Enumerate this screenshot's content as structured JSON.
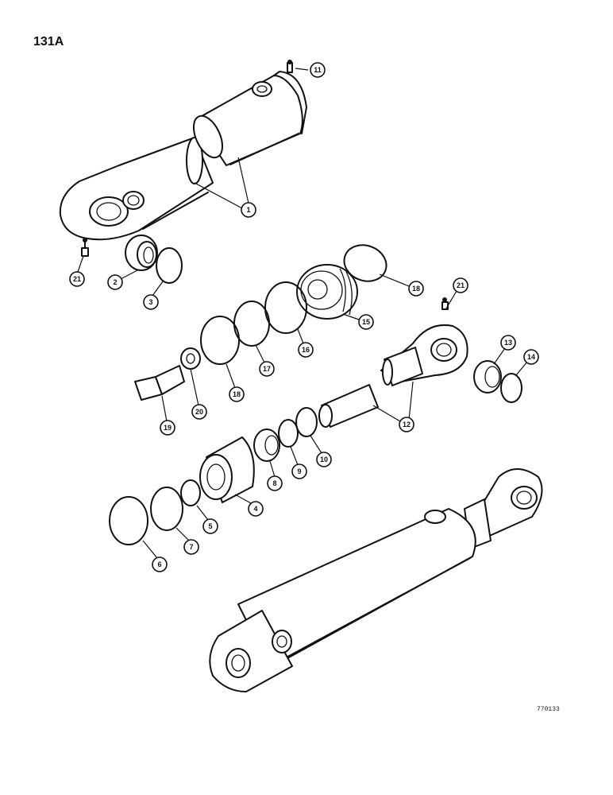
{
  "page_label": "131A",
  "reference_code": "770133",
  "callouts": [
    {
      "id": "c11",
      "number": "11"
    },
    {
      "id": "c1",
      "number": "1"
    },
    {
      "id": "c21a",
      "number": "21"
    },
    {
      "id": "c2",
      "number": "2"
    },
    {
      "id": "c3",
      "number": "3"
    },
    {
      "id": "c18a",
      "number": "18"
    },
    {
      "id": "c21b",
      "number": "21"
    },
    {
      "id": "c15",
      "number": "15"
    },
    {
      "id": "c16",
      "number": "16"
    },
    {
      "id": "c17",
      "number": "17"
    },
    {
      "id": "c18b",
      "number": "18"
    },
    {
      "id": "c13",
      "number": "13"
    },
    {
      "id": "c14",
      "number": "14"
    },
    {
      "id": "c20",
      "number": "20"
    },
    {
      "id": "c19",
      "number": "19"
    },
    {
      "id": "c12",
      "number": "12"
    },
    {
      "id": "c10",
      "number": "10"
    },
    {
      "id": "c9",
      "number": "9"
    },
    {
      "id": "c8",
      "number": "8"
    },
    {
      "id": "c4",
      "number": "4"
    },
    {
      "id": "c5",
      "number": "5"
    },
    {
      "id": "c7",
      "number": "7"
    },
    {
      "id": "c6",
      "number": "6"
    }
  ]
}
